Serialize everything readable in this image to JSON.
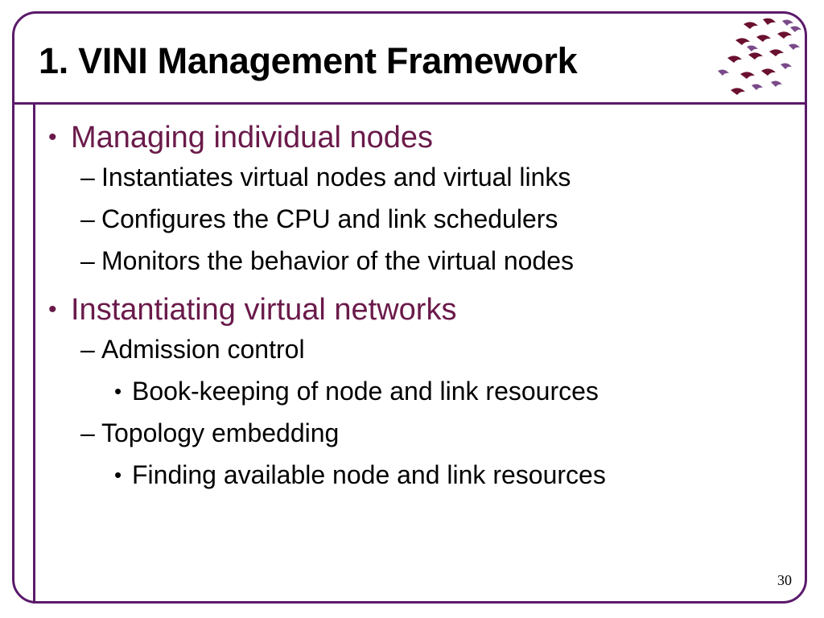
{
  "slide": {
    "title": "1. VINI Management Framework",
    "page_number": "30"
  },
  "colors": {
    "frame": "#5b1a6b",
    "heading_bullet": "#6a1a4a",
    "body_text": "#000000",
    "logo_dark": "#6a1030",
    "logo_purple": "#7a4a8a"
  },
  "logo": {
    "icon": "seal-logo-icon"
  },
  "bullets": [
    {
      "text": "Managing individual nodes",
      "items": [
        {
          "text": "Instantiates virtual nodes and virtual links"
        },
        {
          "text": "Configures the CPU and link schedulers"
        },
        {
          "text": "Monitors the behavior of the virtual nodes"
        }
      ]
    },
    {
      "text": "Instantiating virtual networks",
      "items": [
        {
          "text": "Admission control",
          "items": [
            {
              "text": "Book-keeping of node and link resources"
            }
          ]
        },
        {
          "text": "Topology embedding",
          "items": [
            {
              "text": "Finding available node and link resources"
            }
          ]
        }
      ]
    }
  ]
}
